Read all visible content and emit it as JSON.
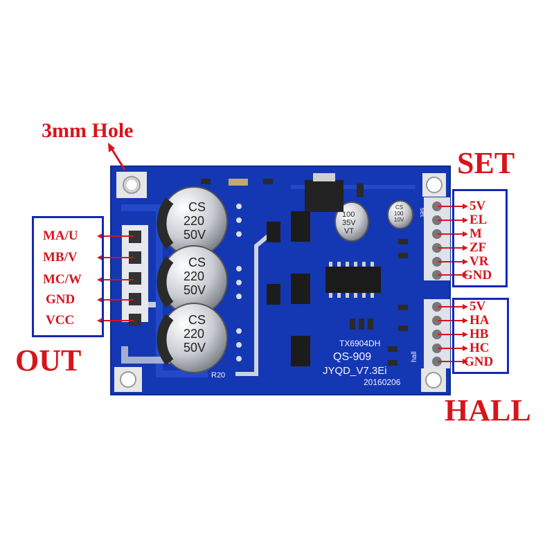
{
  "hole_label": "3mm Hole",
  "groups": {
    "out": {
      "title": "OUT",
      "pins": [
        "MA/U",
        "MB/V",
        "MC/W",
        "GND",
        "VCC"
      ]
    },
    "set": {
      "title": "SET",
      "pins": [
        "5V",
        "EL",
        "M",
        "ZF",
        "VR",
        "GND"
      ]
    },
    "hall": {
      "title": "HALL",
      "pins": [
        "5V",
        "HA",
        "HB",
        "HC",
        "GND"
      ]
    }
  },
  "board": {
    "capacitors": [
      {
        "brand": "CS",
        "value": "220",
        "voltage": "50V"
      },
      {
        "brand": "CS",
        "value": "220",
        "voltage": "50V"
      },
      {
        "brand": "CS",
        "value": "220",
        "voltage": "50V"
      }
    ],
    "small_capacitors": [
      {
        "value": "100",
        "voltage": "35V",
        "extra": "VT"
      },
      {
        "brand": "CS",
        "value": "100",
        "voltage": "10V"
      }
    ],
    "silkscreen": {
      "driver_chip": "TX6904DH",
      "model": "QS-909",
      "version": "JYQD_V7.3Ei",
      "date": "20160206",
      "resistor": "R20",
      "hall": "hall",
      "set": "set"
    }
  },
  "colors": {
    "pcb": "#1437b3",
    "label_red": "#d8141b",
    "box_blue": "#1626b8"
  }
}
